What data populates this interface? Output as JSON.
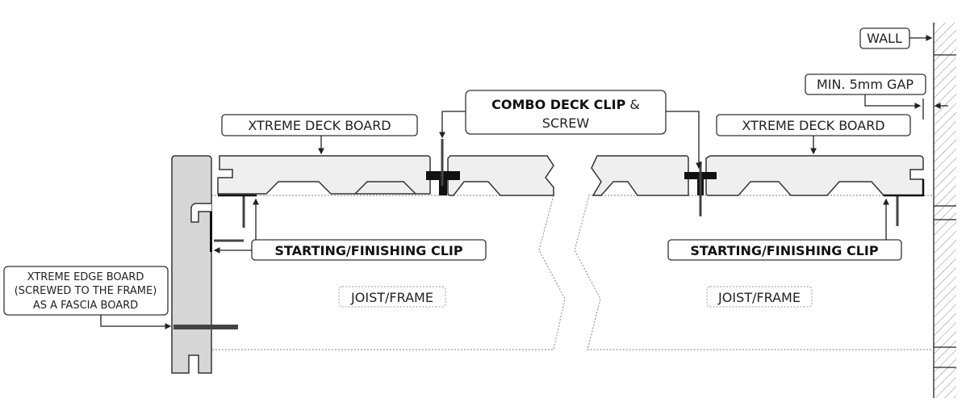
{
  "labels": {
    "deck_board_left": "XTREME DECK BOARD",
    "deck_board_right": "XTREME DECK BOARD",
    "combo_clip_bold": "COMBO DECK CLIP",
    "combo_clip_amp": "&",
    "combo_clip_line2": "SCREW",
    "start_clip_left": "STARTING/FINISHING CLIP",
    "start_clip_right": "STARTING/FINISHING CLIP",
    "joist_left": "JOIST/FRAME",
    "joist_right": "JOIST/FRAME",
    "edge_board_line1": "XTREME EDGE BOARD",
    "edge_board_line2": "(SCREWED TO THE FRAME)",
    "edge_board_line3": "AS A FASCIA BOARD",
    "wall": "WALL",
    "gap": "MIN. 5mm GAP"
  },
  "colors": {
    "board": "#efefef",
    "fascia": "#d6d6d6",
    "outline": "#333333"
  }
}
